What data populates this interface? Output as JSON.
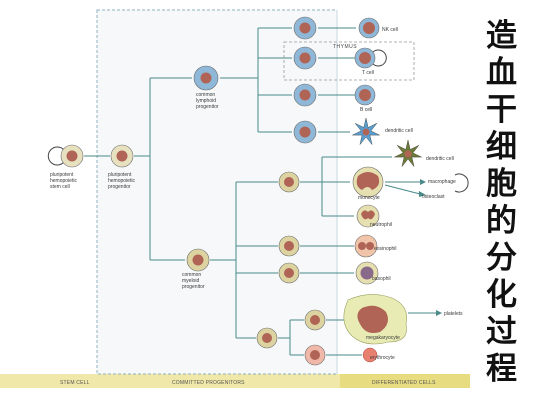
{
  "side_title": [
    "造",
    "血",
    "干",
    "细",
    "胞",
    "的",
    "分",
    "化",
    "过",
    "程"
  ],
  "thymus_label": "THYMUS",
  "bands": {
    "stem": "STEM CELL",
    "committed": "COMMITTED PROGENITORS",
    "differentiated": "DIFFERENTIATED CELLS"
  },
  "labels": {
    "stem": [
      "pluripotent",
      "hemopoietic",
      "stem cell"
    ],
    "hemo": [
      "pluripotent",
      "hemopoietic",
      "progenitor"
    ],
    "lymph": [
      "common",
      "lymphoid",
      "progenitor"
    ],
    "myeloid": [
      "common",
      "myeloid",
      "progenitor"
    ],
    "nk": "NK cell",
    "t": "T cell",
    "b": "B cell",
    "dendritic1": "dendritic cell",
    "dendritic2": "dendritic cell",
    "macrophage": "macrophage",
    "osteoclast": "osteoclast",
    "monocyte": "monocyte",
    "neutrophil": "neutrophil",
    "eosinophil": "eosinophil",
    "basophil": "basophil",
    "platelets": "platelets",
    "megakaryocyte": "megakaryocyte",
    "erythrocyte": "erythrocyte"
  },
  "colors": {
    "line": "#4a8a8a",
    "lymphoid_cell": "#8fb8d8",
    "myeloid_cell": "#dcd3a0",
    "nucleus": "#b06456",
    "dendritic": "#5a9fd0",
    "dendritic_green": "#6e7a3a",
    "band": "#efe8a8"
  }
}
